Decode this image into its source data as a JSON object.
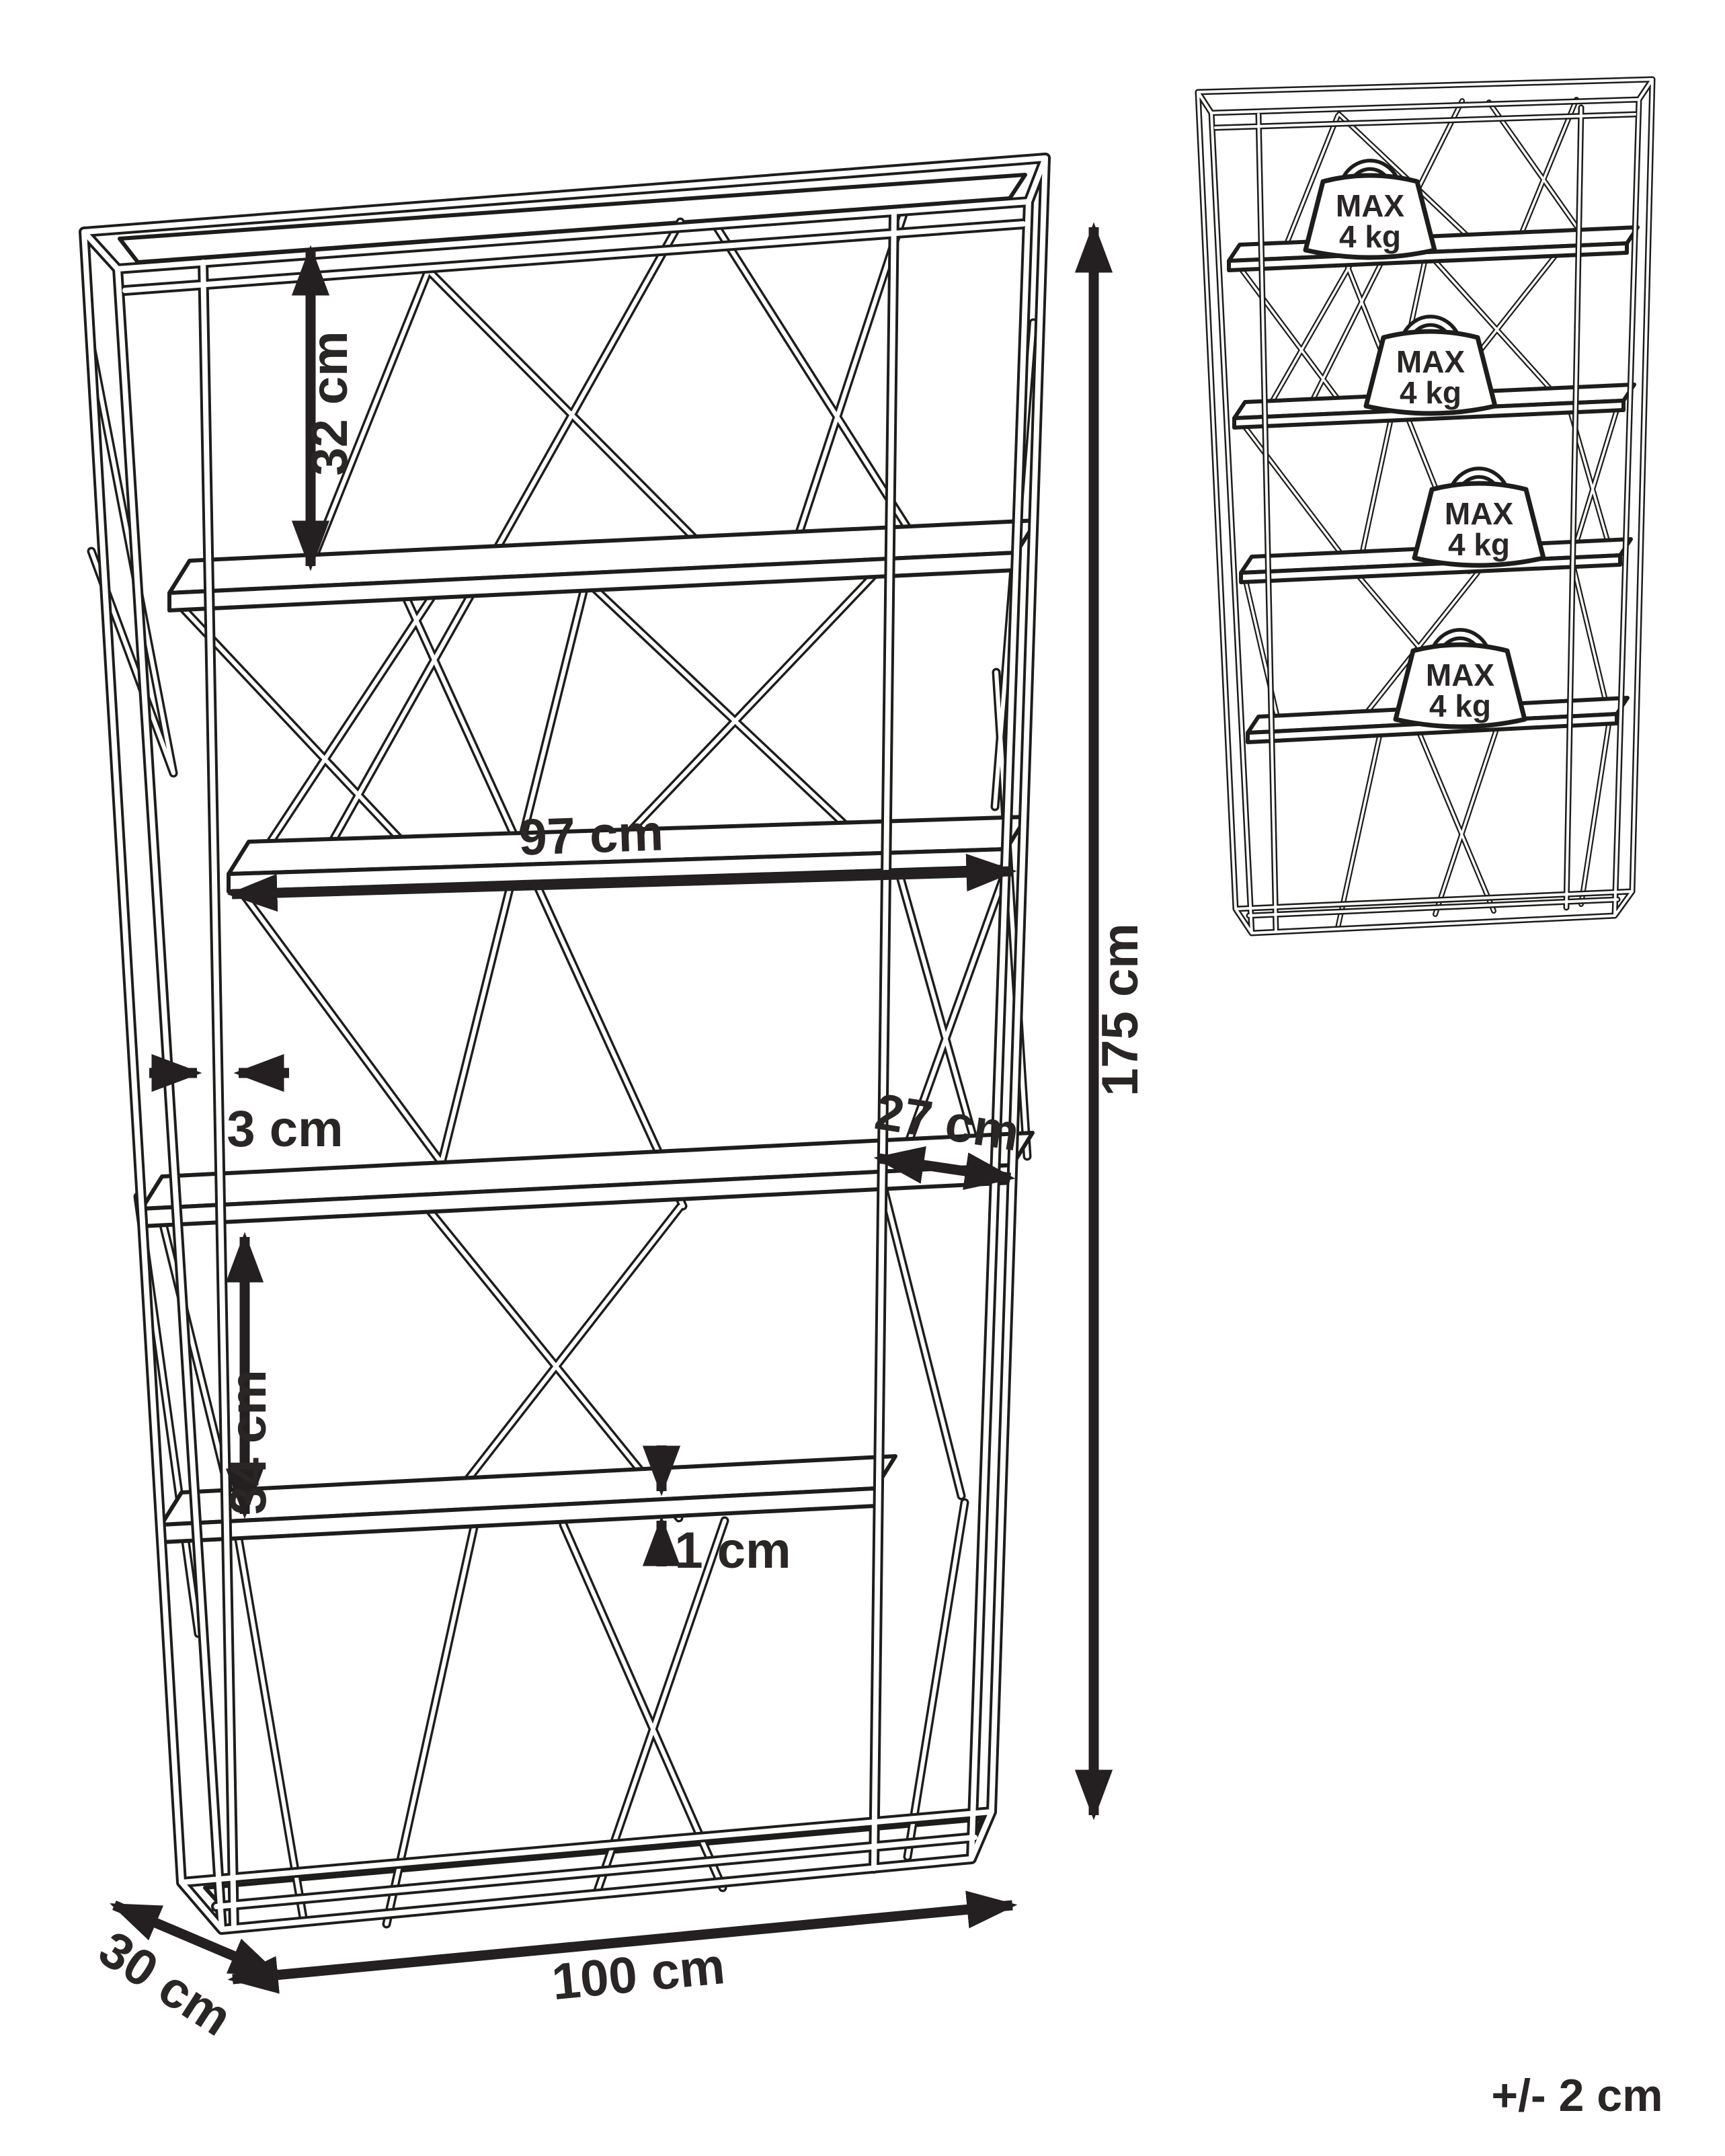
{
  "colors": {
    "background": "#ffffff",
    "line": "#1d1d1b",
    "dimension_line": "#242021",
    "text": "#2a2626"
  },
  "main_diagram": {
    "description": "shelving-unit-dimension-drawing",
    "dimensions": {
      "top_shelf_spacing": "32 cm",
      "inner_shelf_width": "97 cm",
      "frame_profile": "3 cm",
      "shelf_depth": "27 cm",
      "lower_shelf_spacing": "34 cm",
      "shelf_thickness": "1 cm",
      "total_height": "175 cm",
      "total_width": "100 cm",
      "total_depth": "30 cm"
    }
  },
  "load_diagram": {
    "description": "max-load-per-shelf-drawing",
    "weights": [
      {
        "line1": "MAX",
        "line2": "4 kg"
      },
      {
        "line1": "MAX",
        "line2": "4 kg"
      },
      {
        "line1": "MAX",
        "line2": "4 kg"
      },
      {
        "line1": "MAX",
        "line2": "4 kg"
      }
    ]
  },
  "tolerance_note": "+/- 2 cm"
}
